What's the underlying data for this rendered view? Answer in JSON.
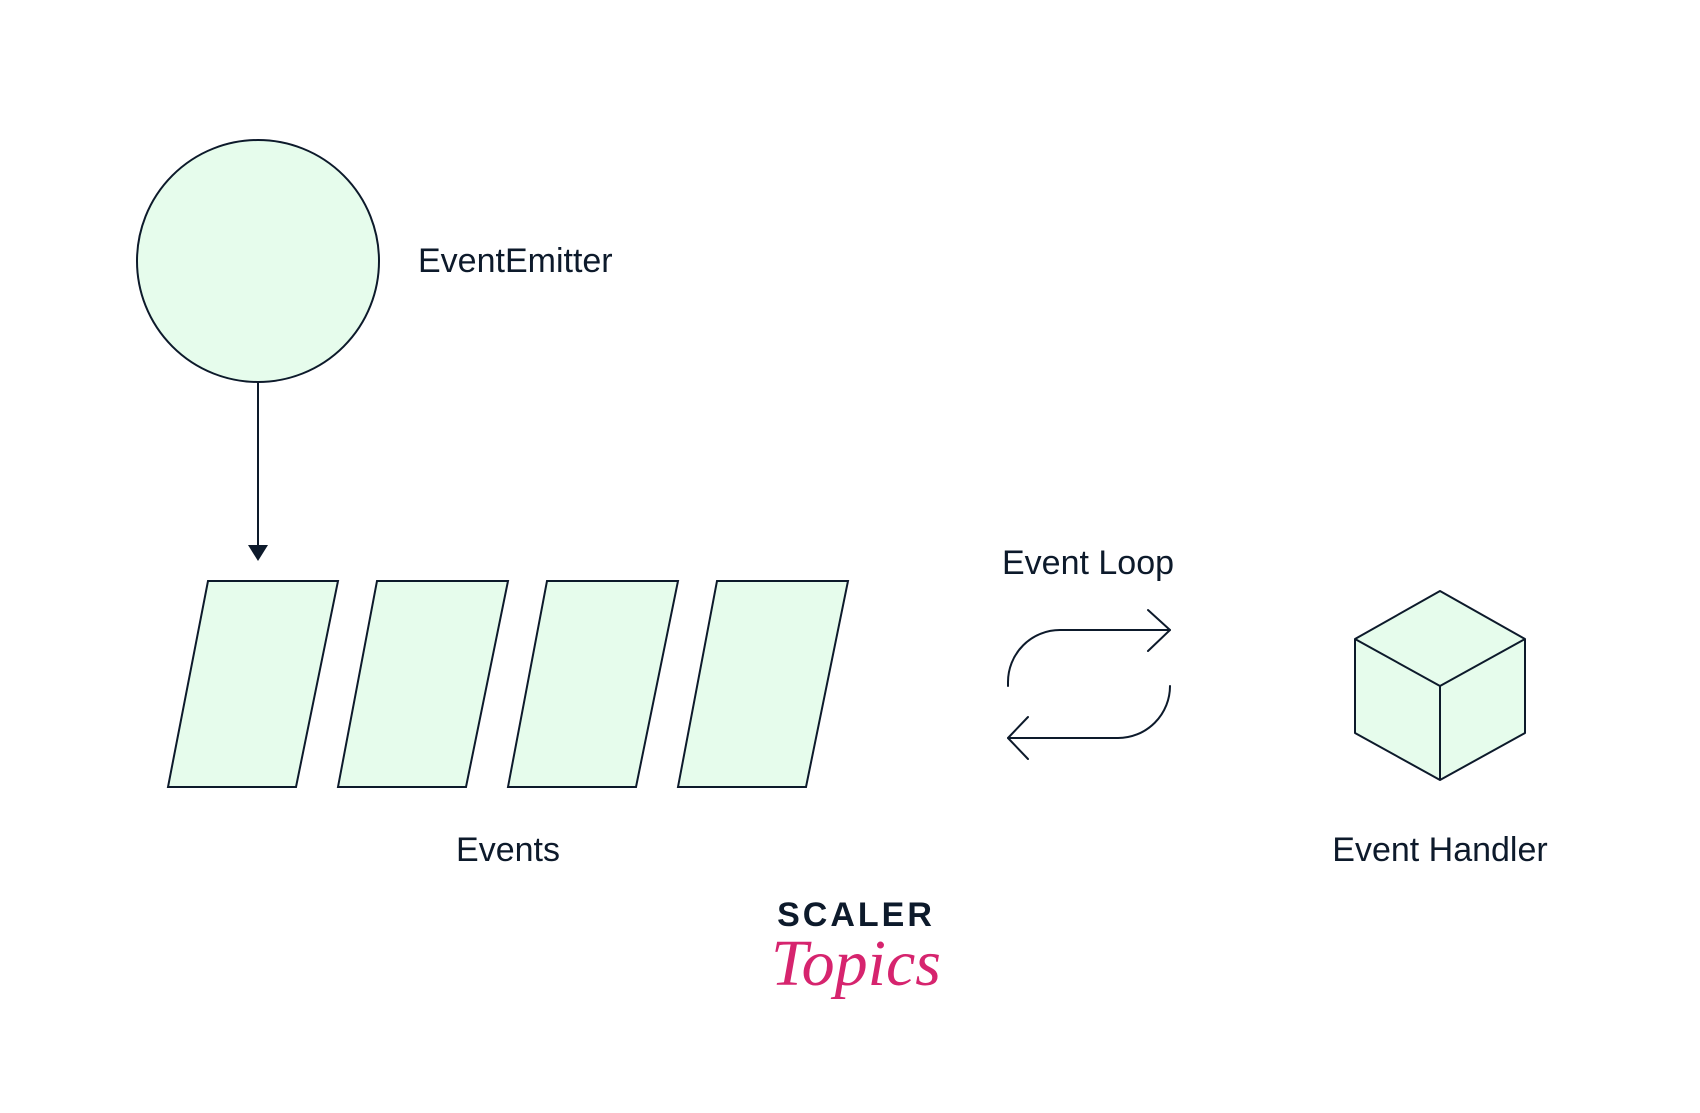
{
  "labels": {
    "emitter": "EventEmitter",
    "events": "Events",
    "event_loop": "Event Loop",
    "event_handler": "Event Handler"
  },
  "logo": {
    "top": "SCALER",
    "bottom": "Topics"
  },
  "colors": {
    "fill": "#e6fcec",
    "stroke": "#0d1a2b",
    "logo_top": "#0d1a2b",
    "logo_bottom": "#d6246e"
  }
}
